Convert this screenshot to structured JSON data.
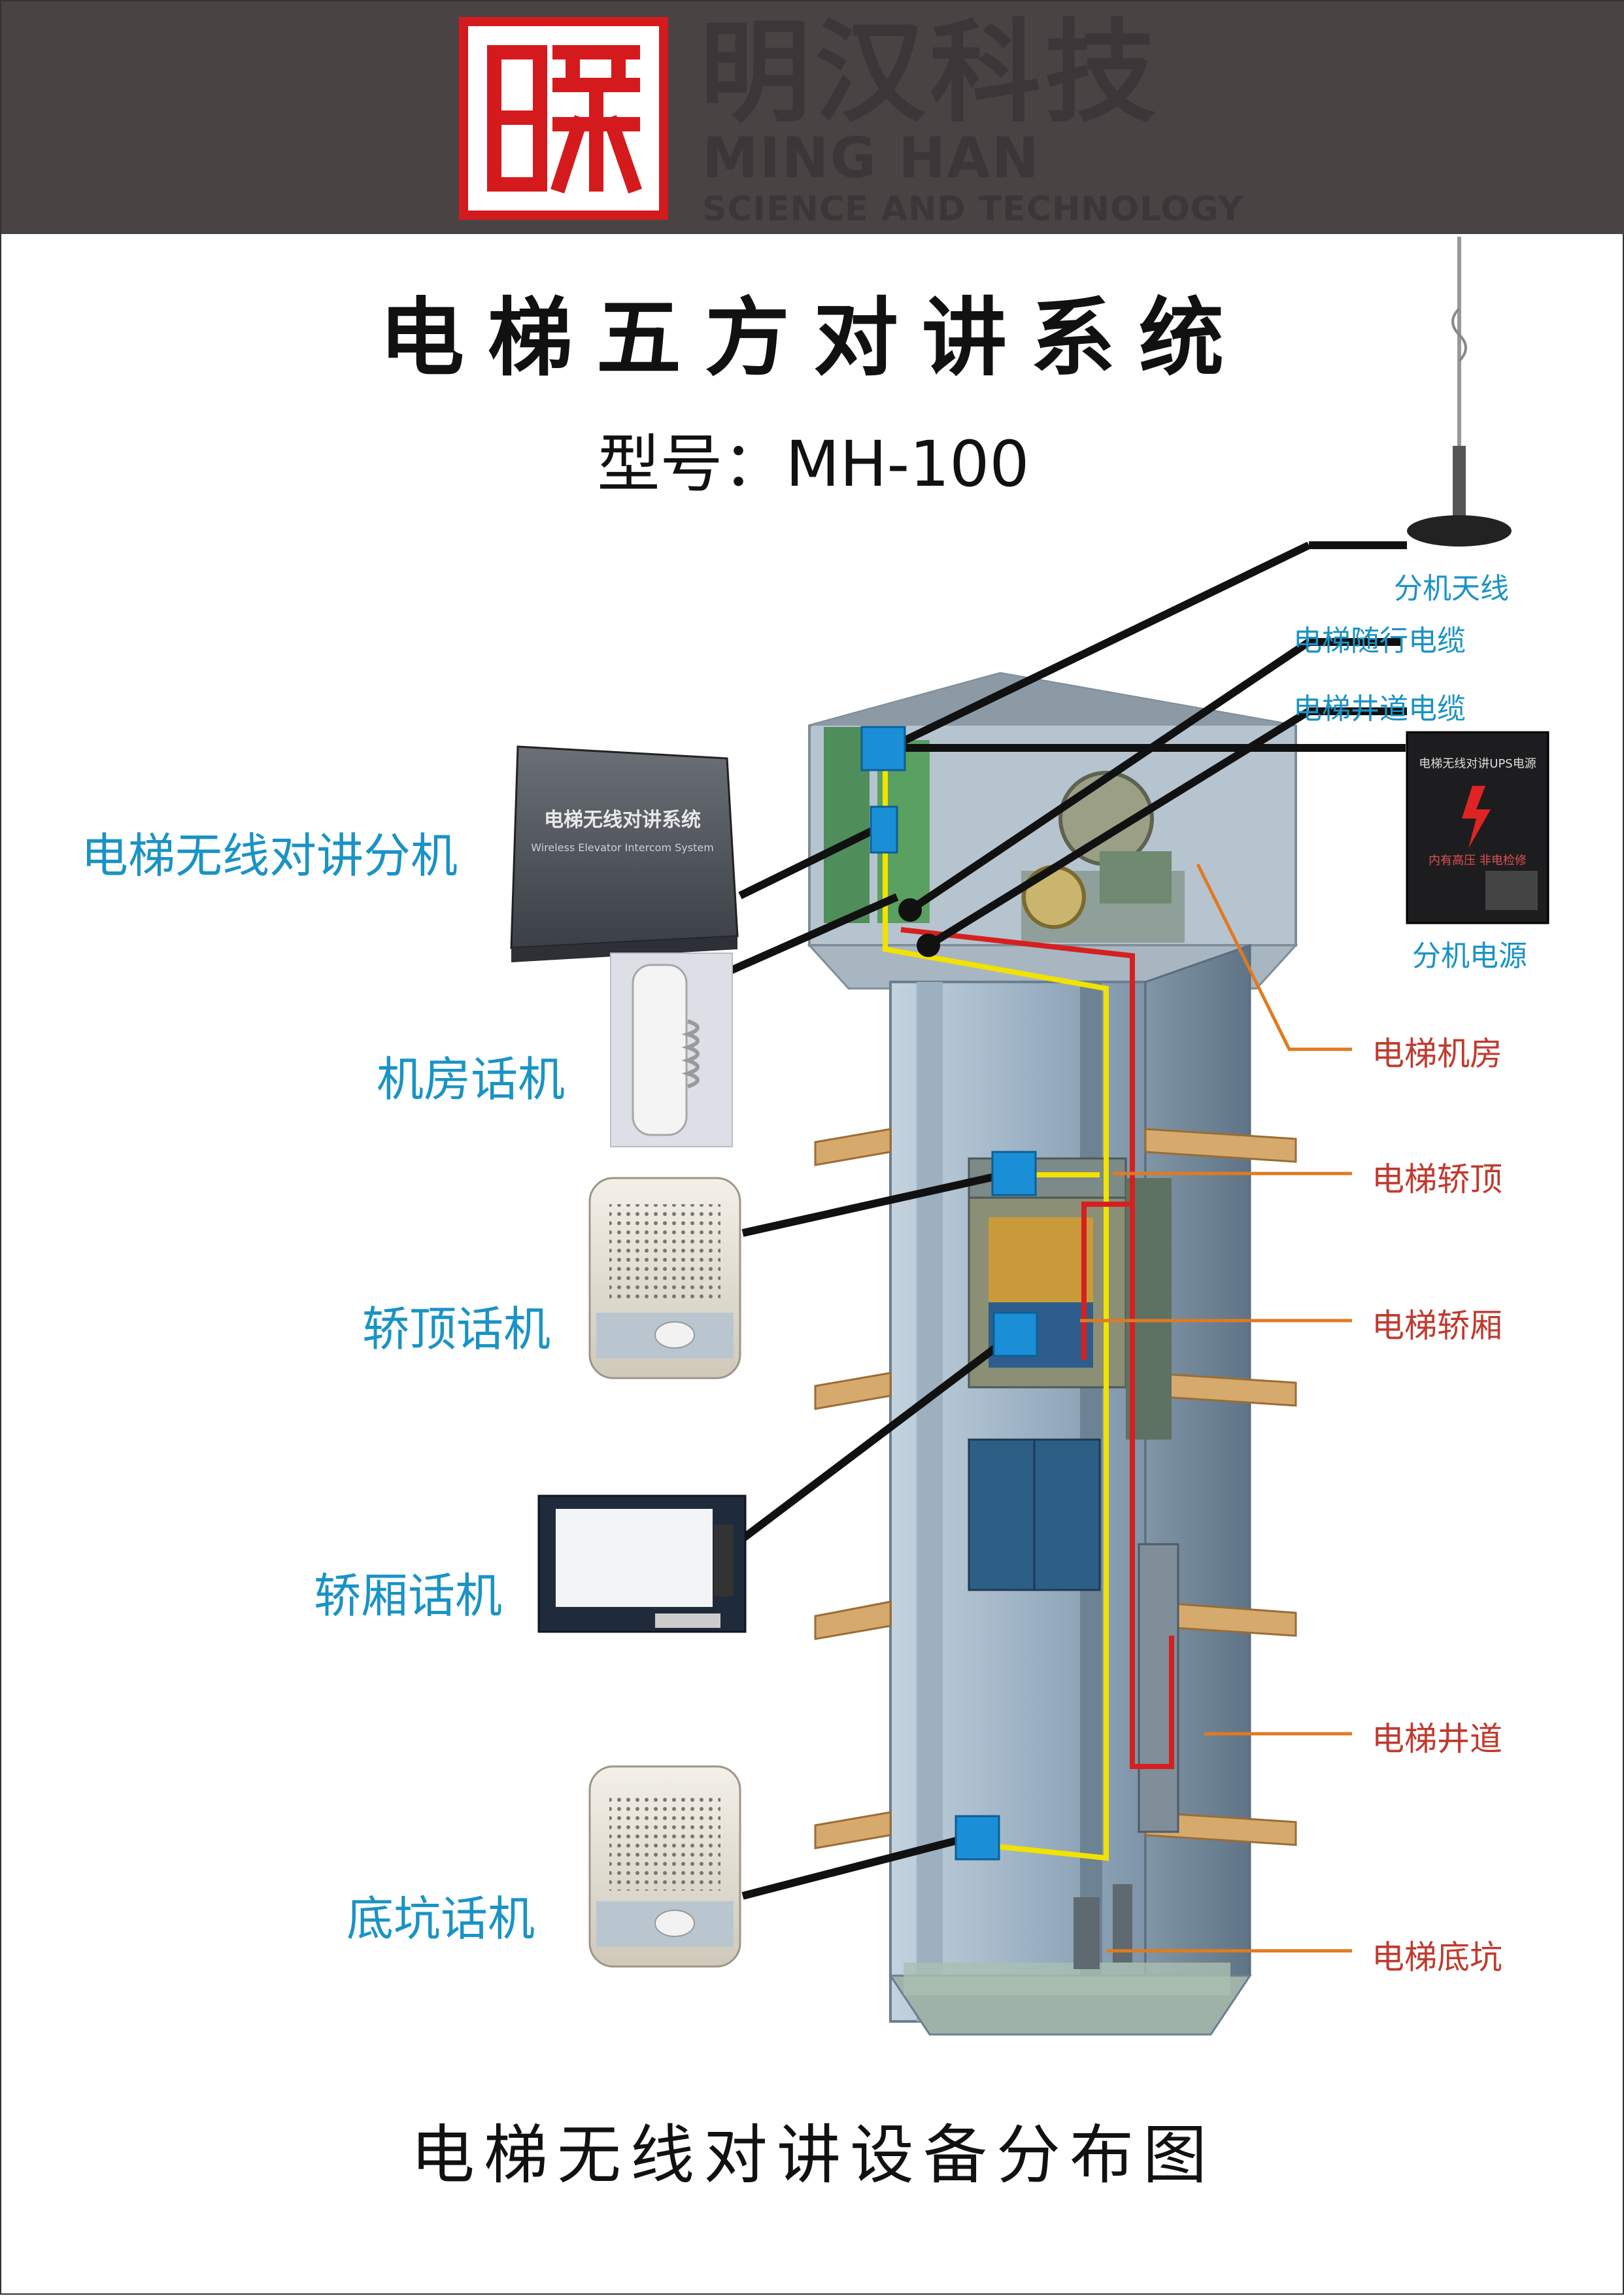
{
  "header": {
    "brand_cn": "明汉科技",
    "brand_en": "MING HAN",
    "brand_sub": "SCIENCE AND TECHNOLOGY",
    "logo_icon": "seal-logo-icon",
    "logo_color": "#d51a1d",
    "background_color": "#4a4344"
  },
  "title": "电梯五方对讲系统",
  "model": "型号：MH-100",
  "caption": "电梯无线对讲设备分布图",
  "top_labels": {
    "antenna": "分机天线",
    "traveling_cable": "电梯随行电缆",
    "shaft_cable": "电梯井道电缆",
    "power": "分机电源"
  },
  "left_labels": {
    "wireless_unit": "电梯无线对讲分机",
    "machine_room_phone": "机房话机",
    "car_top_phone": "轿顶话机",
    "car_phone": "轿厢话机",
    "pit_phone": "底坑话机"
  },
  "right_labels": {
    "machine_room": "电梯机房",
    "car_top": "电梯轿顶",
    "car": "电梯轿厢",
    "shaft": "电梯井道",
    "pit": "电梯底坑"
  },
  "devices": {
    "wireless_unit_text": "电梯无线对讲系统",
    "wireless_unit_sub": "Wireless Elevator Intercom System",
    "ups_text": "电梯无线对讲UPS电源",
    "ups_warning": "内有高压  非电检修"
  },
  "colors": {
    "label_blue": "#1a93c5",
    "label_red": "#c03a2e",
    "leader_orange": "#e07a22",
    "node_blue": "#1a8fd8",
    "cable_yellow": "#f2e200",
    "cable_red": "#d62020"
  }
}
